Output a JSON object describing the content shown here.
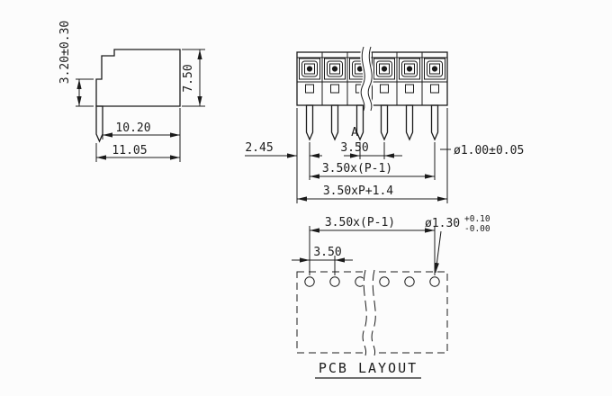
{
  "colors": {
    "ink": "#1b1b1b",
    "background": "#fcfcfc"
  },
  "side_view": {
    "pin_offset": "3.20±0.30",
    "height": "7.50",
    "width_inner": "10.20",
    "width_overall": "11.05"
  },
  "front_view": {
    "edge_to_pin": "2.45",
    "datum": "A",
    "pitch": "3.50",
    "pin_span": "3.50x(P-1)",
    "overall_width": "3.50xP+1.4",
    "pin_diameter": "ø1.00±0.05"
  },
  "pcb_layout": {
    "hole_span": "3.50x(P-1)",
    "hole_pitch": "3.50",
    "hole_diameter": "ø1.30",
    "tolerance_upper": "+0.10",
    "tolerance_lower": "-0.00",
    "caption": "PCB LAYOUT"
  }
}
